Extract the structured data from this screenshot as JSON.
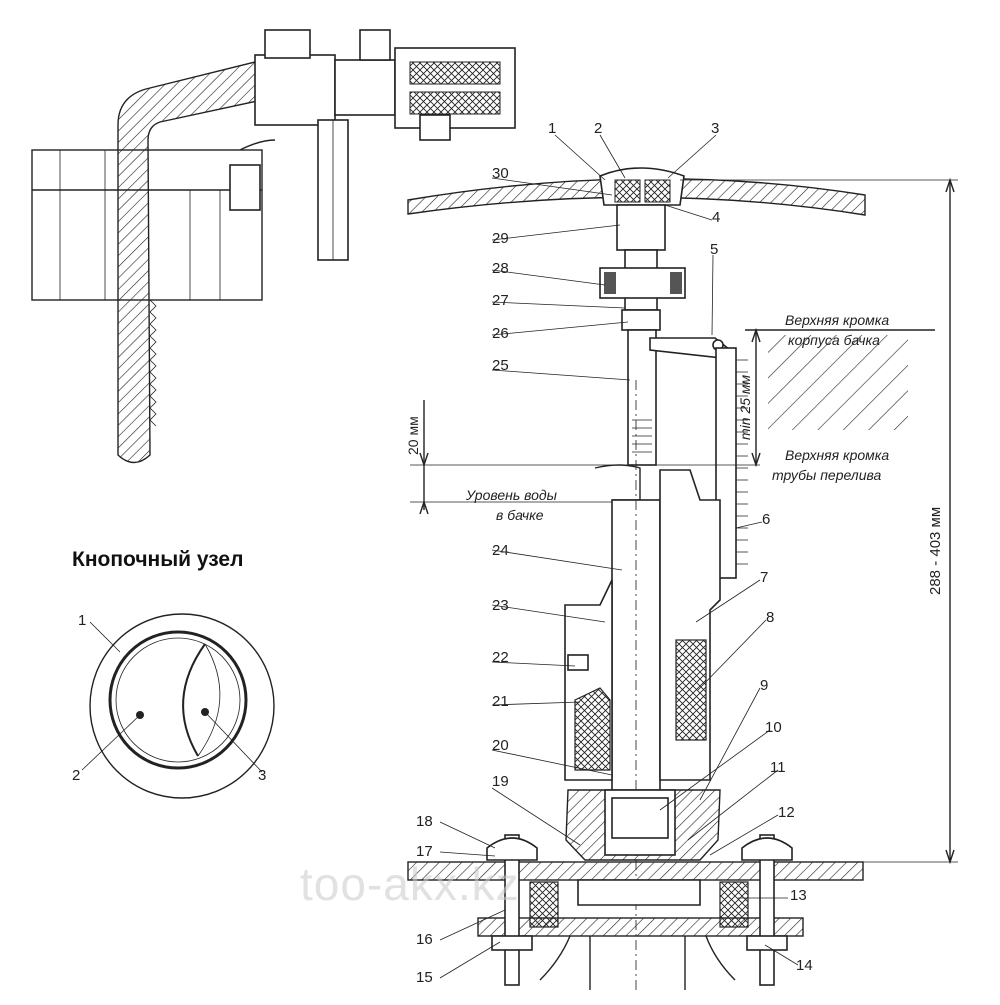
{
  "diagram": {
    "title": "Кнопочный узел",
    "watermark": "too-akx.kz",
    "notes": {
      "cistern_top": [
        "Верхняя кромка",
        "корпуса бачка"
      ],
      "overflow_top": [
        "Верхняя кромка",
        "трубы перелива"
      ],
      "water_level": [
        "Уровень воды",
        "в бачке"
      ],
      "min_gap": "min 25 мм",
      "offset": "20 мм",
      "height_range": "288 - 403 мм"
    },
    "callouts_main": [
      "1",
      "2",
      "3",
      "4",
      "5",
      "6",
      "7",
      "8",
      "9",
      "10",
      "11",
      "12",
      "13",
      "14",
      "15",
      "16",
      "17",
      "18",
      "19",
      "20",
      "21",
      "22",
      "23",
      "24",
      "25",
      "26",
      "27",
      "28",
      "29",
      "30"
    ],
    "callouts_button": [
      "1",
      "2",
      "3"
    ]
  }
}
